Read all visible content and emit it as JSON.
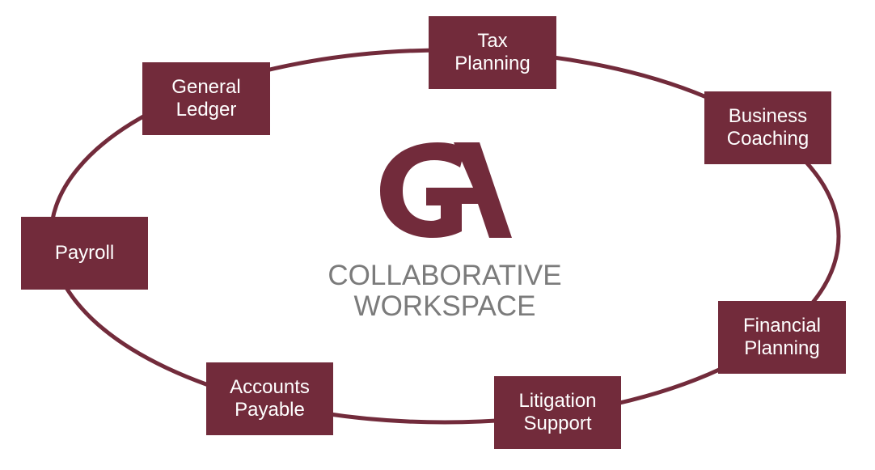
{
  "colors": {
    "brand": "#722b3b",
    "caption": "#7b7b7b",
    "node_text": "#ffffff",
    "background": "#ffffff"
  },
  "center": {
    "logo": "GA",
    "caption_line1": "COLLABORATIVE",
    "caption_line2": "WORKSPACE"
  },
  "nodes": [
    {
      "id": "tax-planning",
      "line1": "Tax",
      "line2": "Planning"
    },
    {
      "id": "business-coaching",
      "line1": "Business",
      "line2": "Coaching"
    },
    {
      "id": "financial-planning",
      "line1": "Financial",
      "line2": "Planning"
    },
    {
      "id": "litigation-support",
      "line1": "Litigation",
      "line2": "Support"
    },
    {
      "id": "accounts-payable",
      "line1": "Accounts",
      "line2": "Payable"
    },
    {
      "id": "payroll",
      "line1": "Payroll",
      "line2": ""
    },
    {
      "id": "general-ledger",
      "line1": "General",
      "line2": "Ledger"
    }
  ]
}
